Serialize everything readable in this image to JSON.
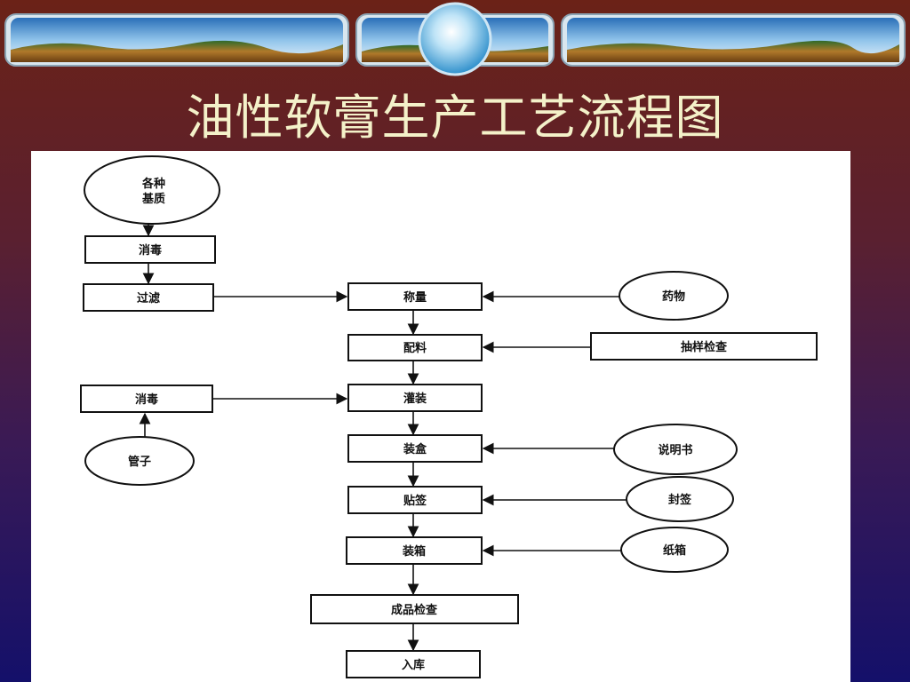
{
  "slide": {
    "title": "油性软膏生产工艺流程图"
  },
  "flowchart": {
    "nodes": {
      "base_line1": "各种",
      "base_line2": "基质",
      "sterilize_1": "消毒",
      "filter": "过滤",
      "weigh": "称量",
      "drug": "药物",
      "mix": "配料",
      "sample_check": "抽样检查",
      "sterilize_2": "消毒",
      "fill": "灌装",
      "tube": "管子",
      "boxing": "装盒",
      "manual": "说明书",
      "labeling": "贴签",
      "seal_label": "封签",
      "casing": "装箱",
      "carton": "纸箱",
      "final_inspection": "成品检查",
      "warehouse": "入库"
    }
  }
}
